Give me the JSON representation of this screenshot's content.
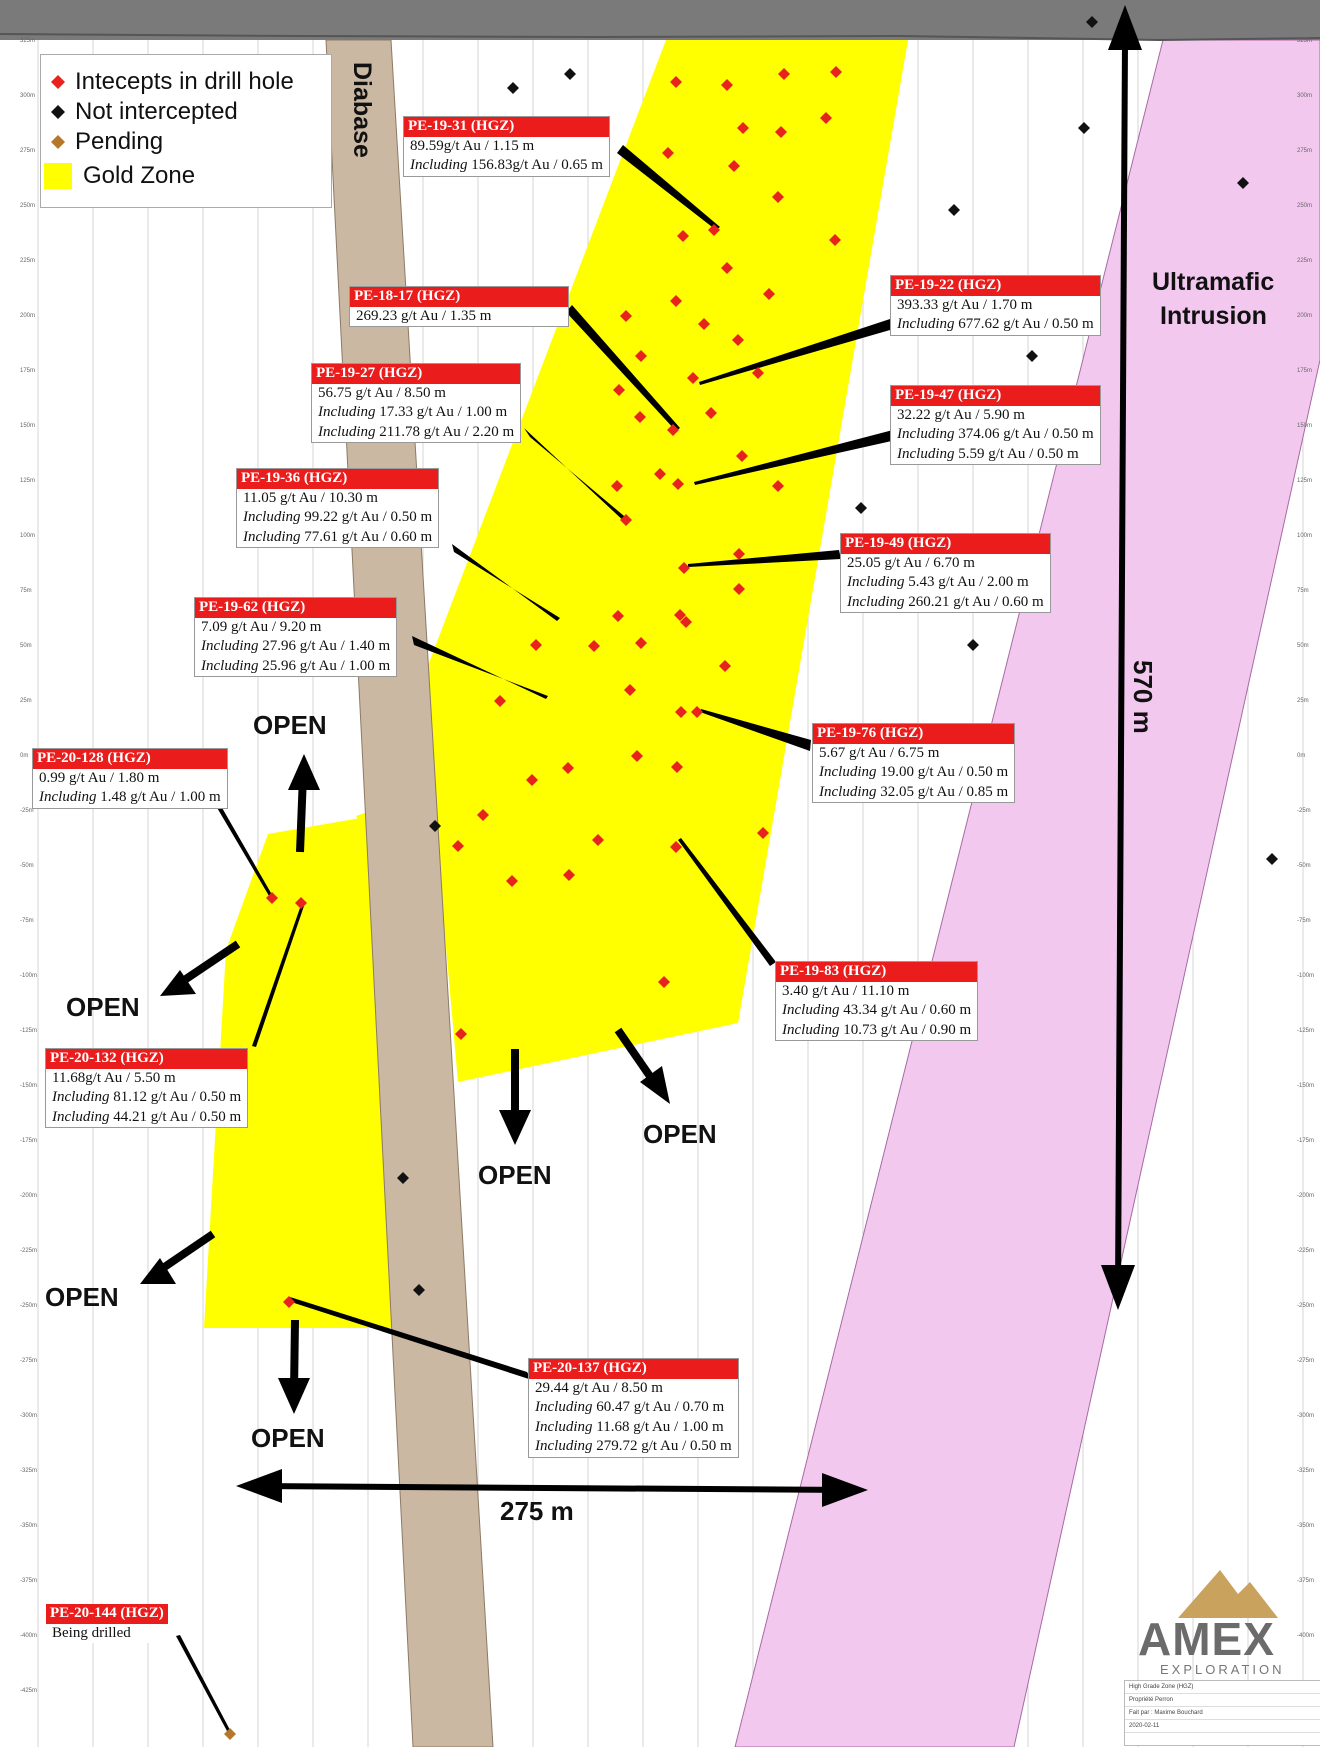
{
  "legend": {
    "items": [
      {
        "label": "Intecepts in drill hole",
        "symbol": "red-diamond",
        "color": "#e8231e"
      },
      {
        "label": "Not intercepted",
        "symbol": "black-diamond",
        "color": "#111111"
      },
      {
        "label": "Pending",
        "symbol": "brown-diamond",
        "color": "#b5782b"
      },
      {
        "label": "Gold Zone",
        "symbol": "yellow-square",
        "color": "#ffff00"
      }
    ]
  },
  "units": {
    "diabase": "Diabase",
    "ultramafic_line1": "Ultramafic",
    "ultramafic_line2": "Intrusion"
  },
  "dimensions": {
    "vertical": "570 m",
    "horizontal": "275 m"
  },
  "open_label": "OPEN",
  "colors": {
    "gold_zone": "#ffff00",
    "diabase": "#cbb8a3",
    "intrusion": "#f2c8ef",
    "intercept": "#e8231e",
    "header_bar": "#7a7a7a"
  },
  "callouts": [
    {
      "title": "PE-19-31 (HGZ)",
      "lines": [
        {
          "inc": "",
          "text": "89.59g/t Au / 1.15 m"
        },
        {
          "inc": "Including",
          "text": "156.83g/t Au / 0.65 m"
        }
      ]
    },
    {
      "title": "PE-18-17 (HGZ)",
      "lines": [
        {
          "inc": "",
          "text": "269.23 g/t Au / 1.35 m"
        }
      ]
    },
    {
      "title": "PE-19-22 (HGZ)",
      "lines": [
        {
          "inc": "",
          "text": "393.33 g/t Au / 1.70 m"
        },
        {
          "inc": "Including",
          "text": "677.62 g/t Au / 0.50 m"
        }
      ]
    },
    {
      "title": "PE-19-27 (HGZ)",
      "lines": [
        {
          "inc": "",
          "text": "56.75 g/t Au / 8.50 m"
        },
        {
          "inc": "Including",
          "text": "17.33 g/t Au / 1.00 m"
        },
        {
          "inc": "Including",
          "text": "211.78 g/t Au / 2.20 m"
        }
      ]
    },
    {
      "title": "PE-19-47 (HGZ)",
      "lines": [
        {
          "inc": "",
          "text": "32.22 g/t Au / 5.90 m"
        },
        {
          "inc": "Including",
          "text": "374.06 g/t Au / 0.50 m"
        },
        {
          "inc": "Including",
          "text": "5.59 g/t Au / 0.50 m"
        }
      ]
    },
    {
      "title": "PE-19-36 (HGZ)",
      "lines": [
        {
          "inc": "",
          "text": "11.05 g/t Au / 10.30 m"
        },
        {
          "inc": "Including",
          "text": "99.22 g/t Au / 0.50 m"
        },
        {
          "inc": "Including",
          "text": "77.61 g/t Au / 0.60 m"
        }
      ]
    },
    {
      "title": "PE-19-49 (HGZ)",
      "lines": [
        {
          "inc": "",
          "text": "25.05 g/t Au / 6.70 m"
        },
        {
          "inc": "Including",
          "text": "5.43 g/t Au / 2.00 m"
        },
        {
          "inc": "Including",
          "text": "260.21 g/t Au / 0.60 m"
        }
      ]
    },
    {
      "title": "PE-19-62 (HGZ)",
      "lines": [
        {
          "inc": "",
          "text": "7.09 g/t Au / 9.20 m"
        },
        {
          "inc": "Including",
          "text": "27.96 g/t Au / 1.40 m"
        },
        {
          "inc": "Including",
          "text": "25.96 g/t Au / 1.00 m"
        }
      ]
    },
    {
      "title": "PE-19-76 (HGZ)",
      "lines": [
        {
          "inc": "",
          "text": "5.67 g/t Au / 6.75 m"
        },
        {
          "inc": "Including",
          "text": "19.00 g/t Au / 0.50 m"
        },
        {
          "inc": "Including",
          "text": "32.05 g/t Au / 0.85 m"
        }
      ]
    },
    {
      "title": "PE-20-128 (HGZ)",
      "lines": [
        {
          "inc": "",
          "text": "0.99 g/t Au / 1.80 m"
        },
        {
          "inc": "Including",
          "text": "1.48 g/t Au / 1.00 m"
        }
      ]
    },
    {
      "title": "PE-19-83 (HGZ)",
      "lines": [
        {
          "inc": "",
          "text": "3.40 g/t Au / 11.10 m"
        },
        {
          "inc": "Including",
          "text": "43.34 g/t Au / 0.60 m"
        },
        {
          "inc": "Including",
          "text": "10.73 g/t Au / 0.90 m"
        }
      ]
    },
    {
      "title": "PE-20-132 (HGZ)",
      "lines": [
        {
          "inc": "",
          "text": "11.68g/t Au / 5.50 m"
        },
        {
          "inc": "Including",
          "text": "81.12 g/t Au / 0.50 m"
        },
        {
          "inc": "Including",
          "text": "44.21 g/t Au / 0.50 m"
        }
      ]
    },
    {
      "title": "PE-20-137 (HGZ)",
      "lines": [
        {
          "inc": "",
          "text": "29.44 g/t Au / 8.50 m"
        },
        {
          "inc": "Including",
          "text": "60.47 g/t Au / 0.70 m"
        },
        {
          "inc": "Including",
          "text": "11.68 g/t Au / 1.00 m"
        },
        {
          "inc": "Including",
          "text": "279.72 g/t Au / 0.50 m"
        }
      ]
    },
    {
      "title": "PE-20-144 (HGZ)",
      "lines": [
        {
          "inc": "",
          "text": "Being drilled"
        }
      ]
    }
  ],
  "elevation_ticks": [
    "325m",
    "300m",
    "275m",
    "250m",
    "225m",
    "200m",
    "175m",
    "150m",
    "125m",
    "100m",
    "75m",
    "50m",
    "25m",
    "0m",
    "-25m",
    "-50m",
    "-75m",
    "-100m",
    "-125m",
    "-150m",
    "-175m",
    "-200m",
    "-225m",
    "-250m",
    "-275m",
    "-300m",
    "-325m",
    "-350m",
    "-375m",
    "-400m",
    "-425m"
  ],
  "logo": {
    "name": "AMEX",
    "sub": "EXPLORATION"
  },
  "title_block": [
    "High Grade Zone (HGZ)",
    "Propriété Perron",
    "Fait par : Maxime Bouchard",
    "2020-02-11"
  ]
}
